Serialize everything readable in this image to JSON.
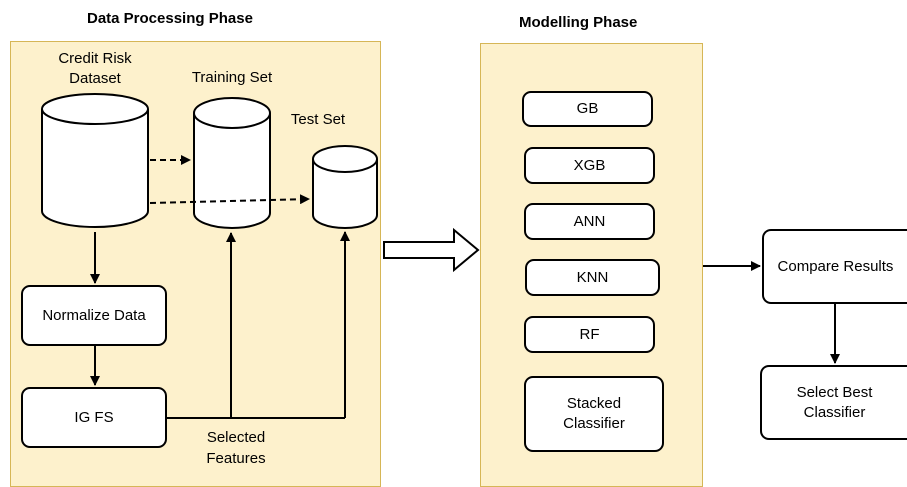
{
  "phases": {
    "data_processing": {
      "title": "Data Processing Phase"
    },
    "modelling": {
      "title": "Modelling Phase"
    }
  },
  "datasets": {
    "credit_risk": {
      "line1": "Credit Risk",
      "line2": "Dataset"
    },
    "training": {
      "label": "Training Set"
    },
    "test": {
      "label": "Test Set"
    }
  },
  "steps": {
    "normalize": "Normalize Data",
    "ig_fs": "IG FS",
    "selected_features": {
      "line1": "Selected",
      "line2": "Features"
    }
  },
  "classifiers": [
    "GB",
    "XGB",
    "ANN",
    "KNN",
    "RF"
  ],
  "stacked": {
    "line1": "Stacked",
    "line2": "Classifier"
  },
  "results": {
    "compare": "Compare Results",
    "select": {
      "line1": "Select Best",
      "line2": "Classifier"
    }
  },
  "colors": {
    "panel_fill": "#fdf1cc",
    "panel_border": "#d6b656",
    "stroke": "#000000"
  }
}
